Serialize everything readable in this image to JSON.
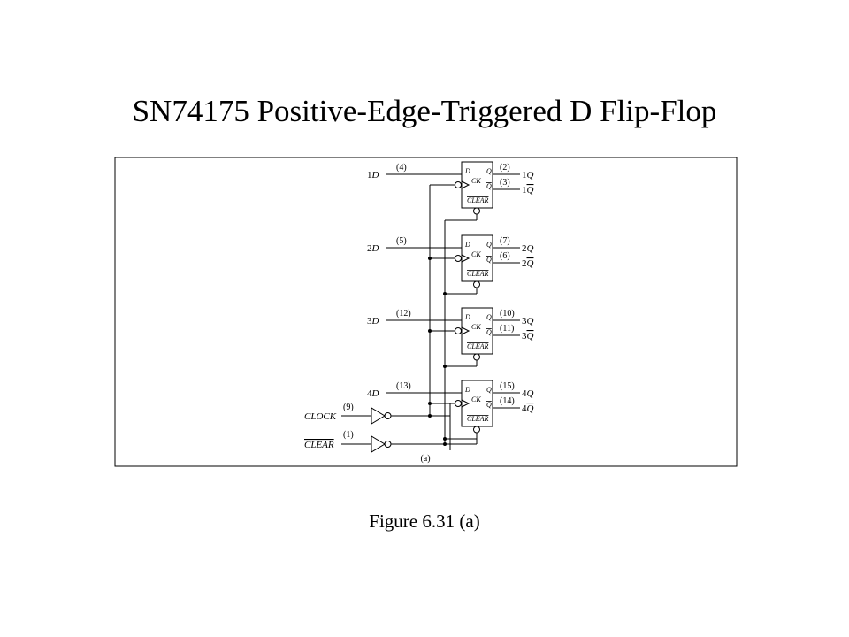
{
  "title": "SN74175 Positive-Edge-Triggered  D Flip-Flop",
  "caption": "Figure 6.31 (a)",
  "diagram_tag": "(a)",
  "flipflop_pins": {
    "d": "D",
    "q": "Q",
    "qbar": "Q",
    "ck": "CK",
    "clear": "CLEAR"
  },
  "stages": [
    {
      "d_label": "1D",
      "d_pin": "(4)",
      "q_pin": "(2)",
      "qbar_pin": "(3)",
      "q_label": "1Q",
      "qbar_label": "1Q"
    },
    {
      "d_label": "2D",
      "d_pin": "(5)",
      "q_pin": "(7)",
      "qbar_pin": "(6)",
      "q_label": "2Q",
      "qbar_label": "2Q"
    },
    {
      "d_label": "3D",
      "d_pin": "(12)",
      "q_pin": "(10)",
      "qbar_pin": "(11)",
      "q_label": "3Q",
      "qbar_label": "3Q"
    },
    {
      "d_label": "4D",
      "d_pin": "(13)",
      "q_pin": "(15)",
      "qbar_pin": "(14)",
      "q_label": "4Q",
      "qbar_label": "4Q"
    }
  ],
  "inputs": {
    "clock": {
      "label": "CLOCK",
      "pin": "(9)"
    },
    "clear": {
      "label": "CLEAR",
      "pin": "(1)"
    }
  }
}
